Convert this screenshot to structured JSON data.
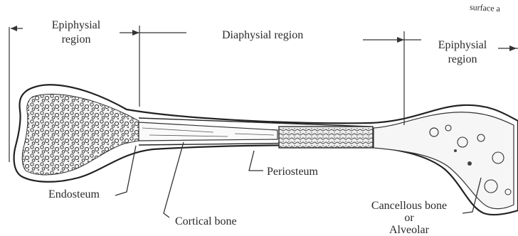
{
  "labels": {
    "epiphysial_left_line1": "Epiphysial",
    "epiphysial_left_line2": "region",
    "diaphysial": "Diaphysial region",
    "epiphysial_right_line1": "Epiphysial",
    "epiphysial_right_line2": "region",
    "cut_text": "surface a",
    "periosteum": "Periosteum",
    "endosteum": "Endosteum",
    "cortical_bone": "Cortical bone",
    "cancellous_line1": "Cancellous bone",
    "cancellous_line2": "or",
    "cancellous_line3": "Alveolar"
  }
}
